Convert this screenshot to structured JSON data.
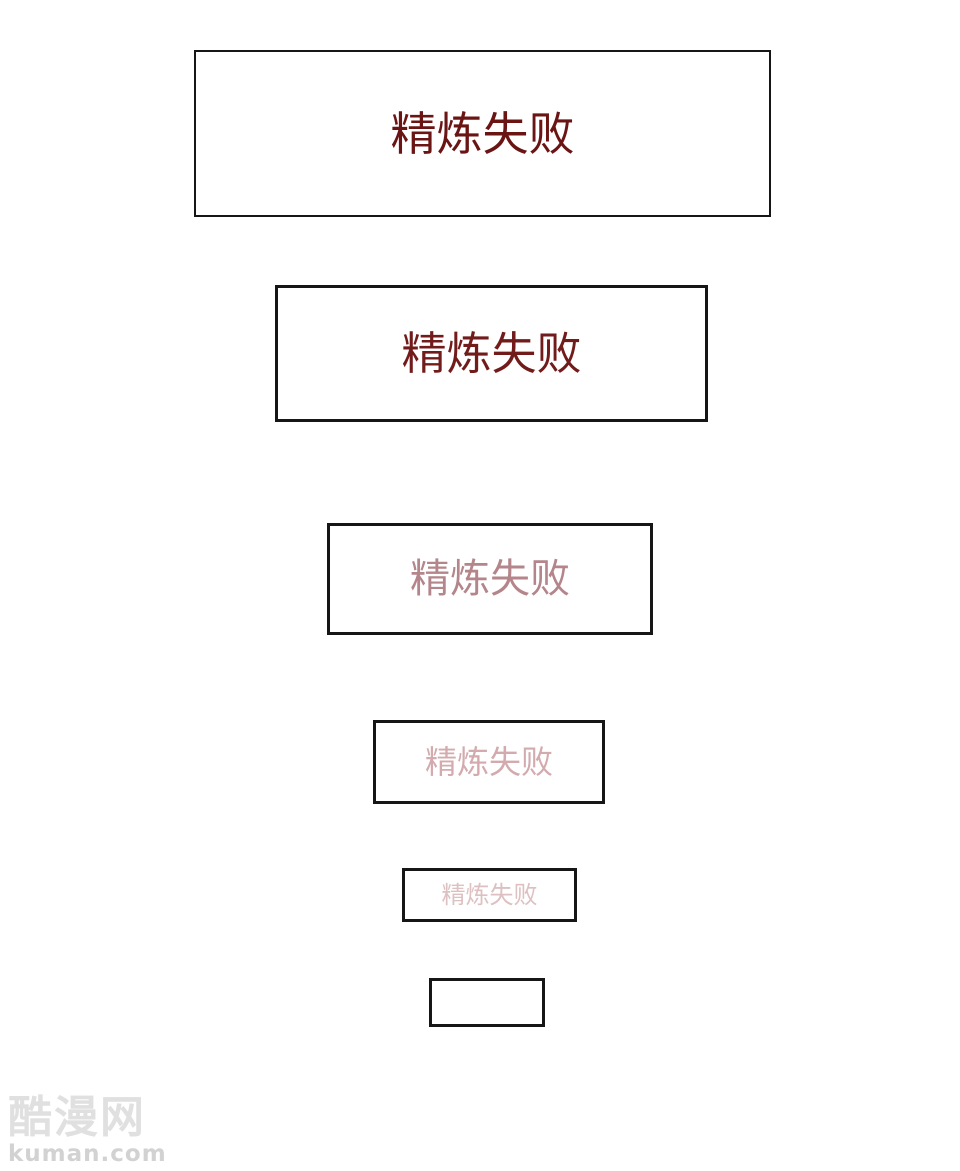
{
  "page": {
    "background_color": "#ffffff",
    "panel_border_color": "#161616"
  },
  "panels": [
    {
      "label": "精炼失败",
      "text_color": "#6a1414"
    },
    {
      "label": "精炼失败",
      "text_color": "#721b1b"
    },
    {
      "label": "精炼失败",
      "text_color": "#b4858a"
    },
    {
      "label": "精炼失败",
      "text_color": "#d3aaad"
    },
    {
      "label": "精炼失败",
      "text_color": "#ddc0c2"
    },
    {
      "label": ""
    }
  ],
  "watermark": {
    "site_name": "酷漫网",
    "site_url": "kuman.com",
    "name_color": "#e0e0e0",
    "url_color": "#d2d2d2"
  }
}
